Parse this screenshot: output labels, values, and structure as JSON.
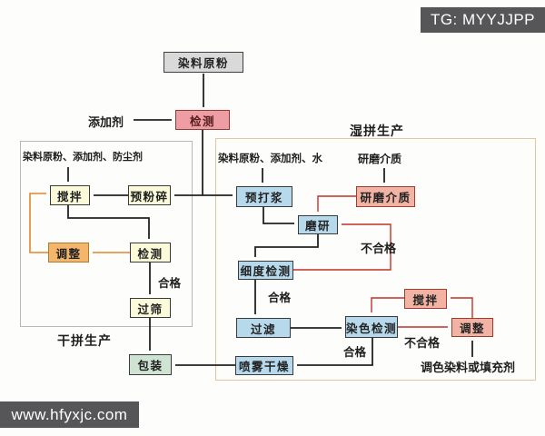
{
  "header": {
    "tag_label": "TG: MYYJJPP"
  },
  "footer": {
    "site_label": "www.hfyxjc.com"
  },
  "diagram": {
    "groups": {
      "dry": {
        "title": "干拼生产",
        "input_label": "染料原粉、添加剂、防尘剂"
      },
      "wet": {
        "title": "湿拼生产",
        "input_label": "染料原粉、添加剂、水",
        "media_label": "研磨介质",
        "tint_label": "调色染料或填充剂"
      }
    },
    "nodes": {
      "raw_powder": "染料原粉",
      "additive": "添加剂",
      "inspect_top": "检测",
      "stir_dry": "搅拌",
      "pre_crush": "预粉碎",
      "adjust_dry": "调整",
      "inspect_dry": "检测",
      "sieve": "过筛",
      "pack": "包装",
      "pre_slurry": "预打浆",
      "grind_media": "研磨介质",
      "grind": "磨研",
      "fineness_inspect": "细度检测",
      "filter": "过滤",
      "color_inspect": "染色检测",
      "spray_dry": "喷雾干燥",
      "stir_wet": "搅拌",
      "adjust_wet": "调整"
    },
    "edge_labels": {
      "pass_dry": "合格",
      "fail_grind": "不合格",
      "pass_fineness": "合格",
      "pass_color": "合格",
      "fail_color": "不合格"
    },
    "colors": {
      "box_gray": "#d9d9d9",
      "box_red": "#ef9da4",
      "box_yellow": "#fbfbda",
      "box_orange": "#f3b66b",
      "box_green": "#cfe3d3",
      "box_blue": "#b6d9ec",
      "box_pink": "#f1b3a4",
      "arrow_black": "#222222",
      "arrow_orange": "#e0862c",
      "arrow_red": "#c23128",
      "badge_bg": "#565658"
    }
  }
}
